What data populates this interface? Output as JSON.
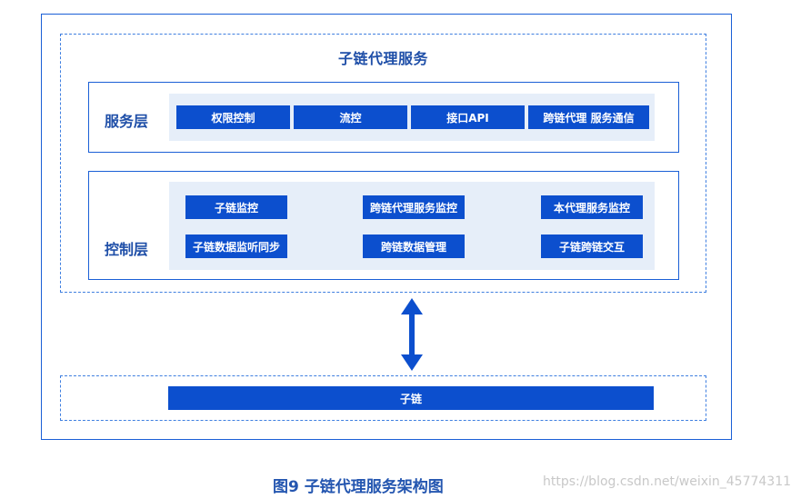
{
  "proxy": {
    "title": "子链代理服务"
  },
  "service_layer": {
    "label": "服务层",
    "blocks": [
      "权限控制",
      "流控",
      "接口API",
      "跨链代理 服务通信"
    ]
  },
  "control_layer": {
    "label": "控制层",
    "blocks": [
      "子链监控",
      "跨链代理服务监控",
      "本代理服务监控",
      "子链数据监听同步",
      "跨链数据管理",
      "子链跨链交互"
    ]
  },
  "subchain": {
    "label": "子链"
  },
  "caption": "图9 子链代理服务架构图",
  "watermark": "https://blog.csdn.net/weixin_45774311",
  "colors": {
    "block": "#0c4fce",
    "border": "#1a5fd6",
    "panel": "#e6eef9",
    "text": "#1f4fa8"
  }
}
